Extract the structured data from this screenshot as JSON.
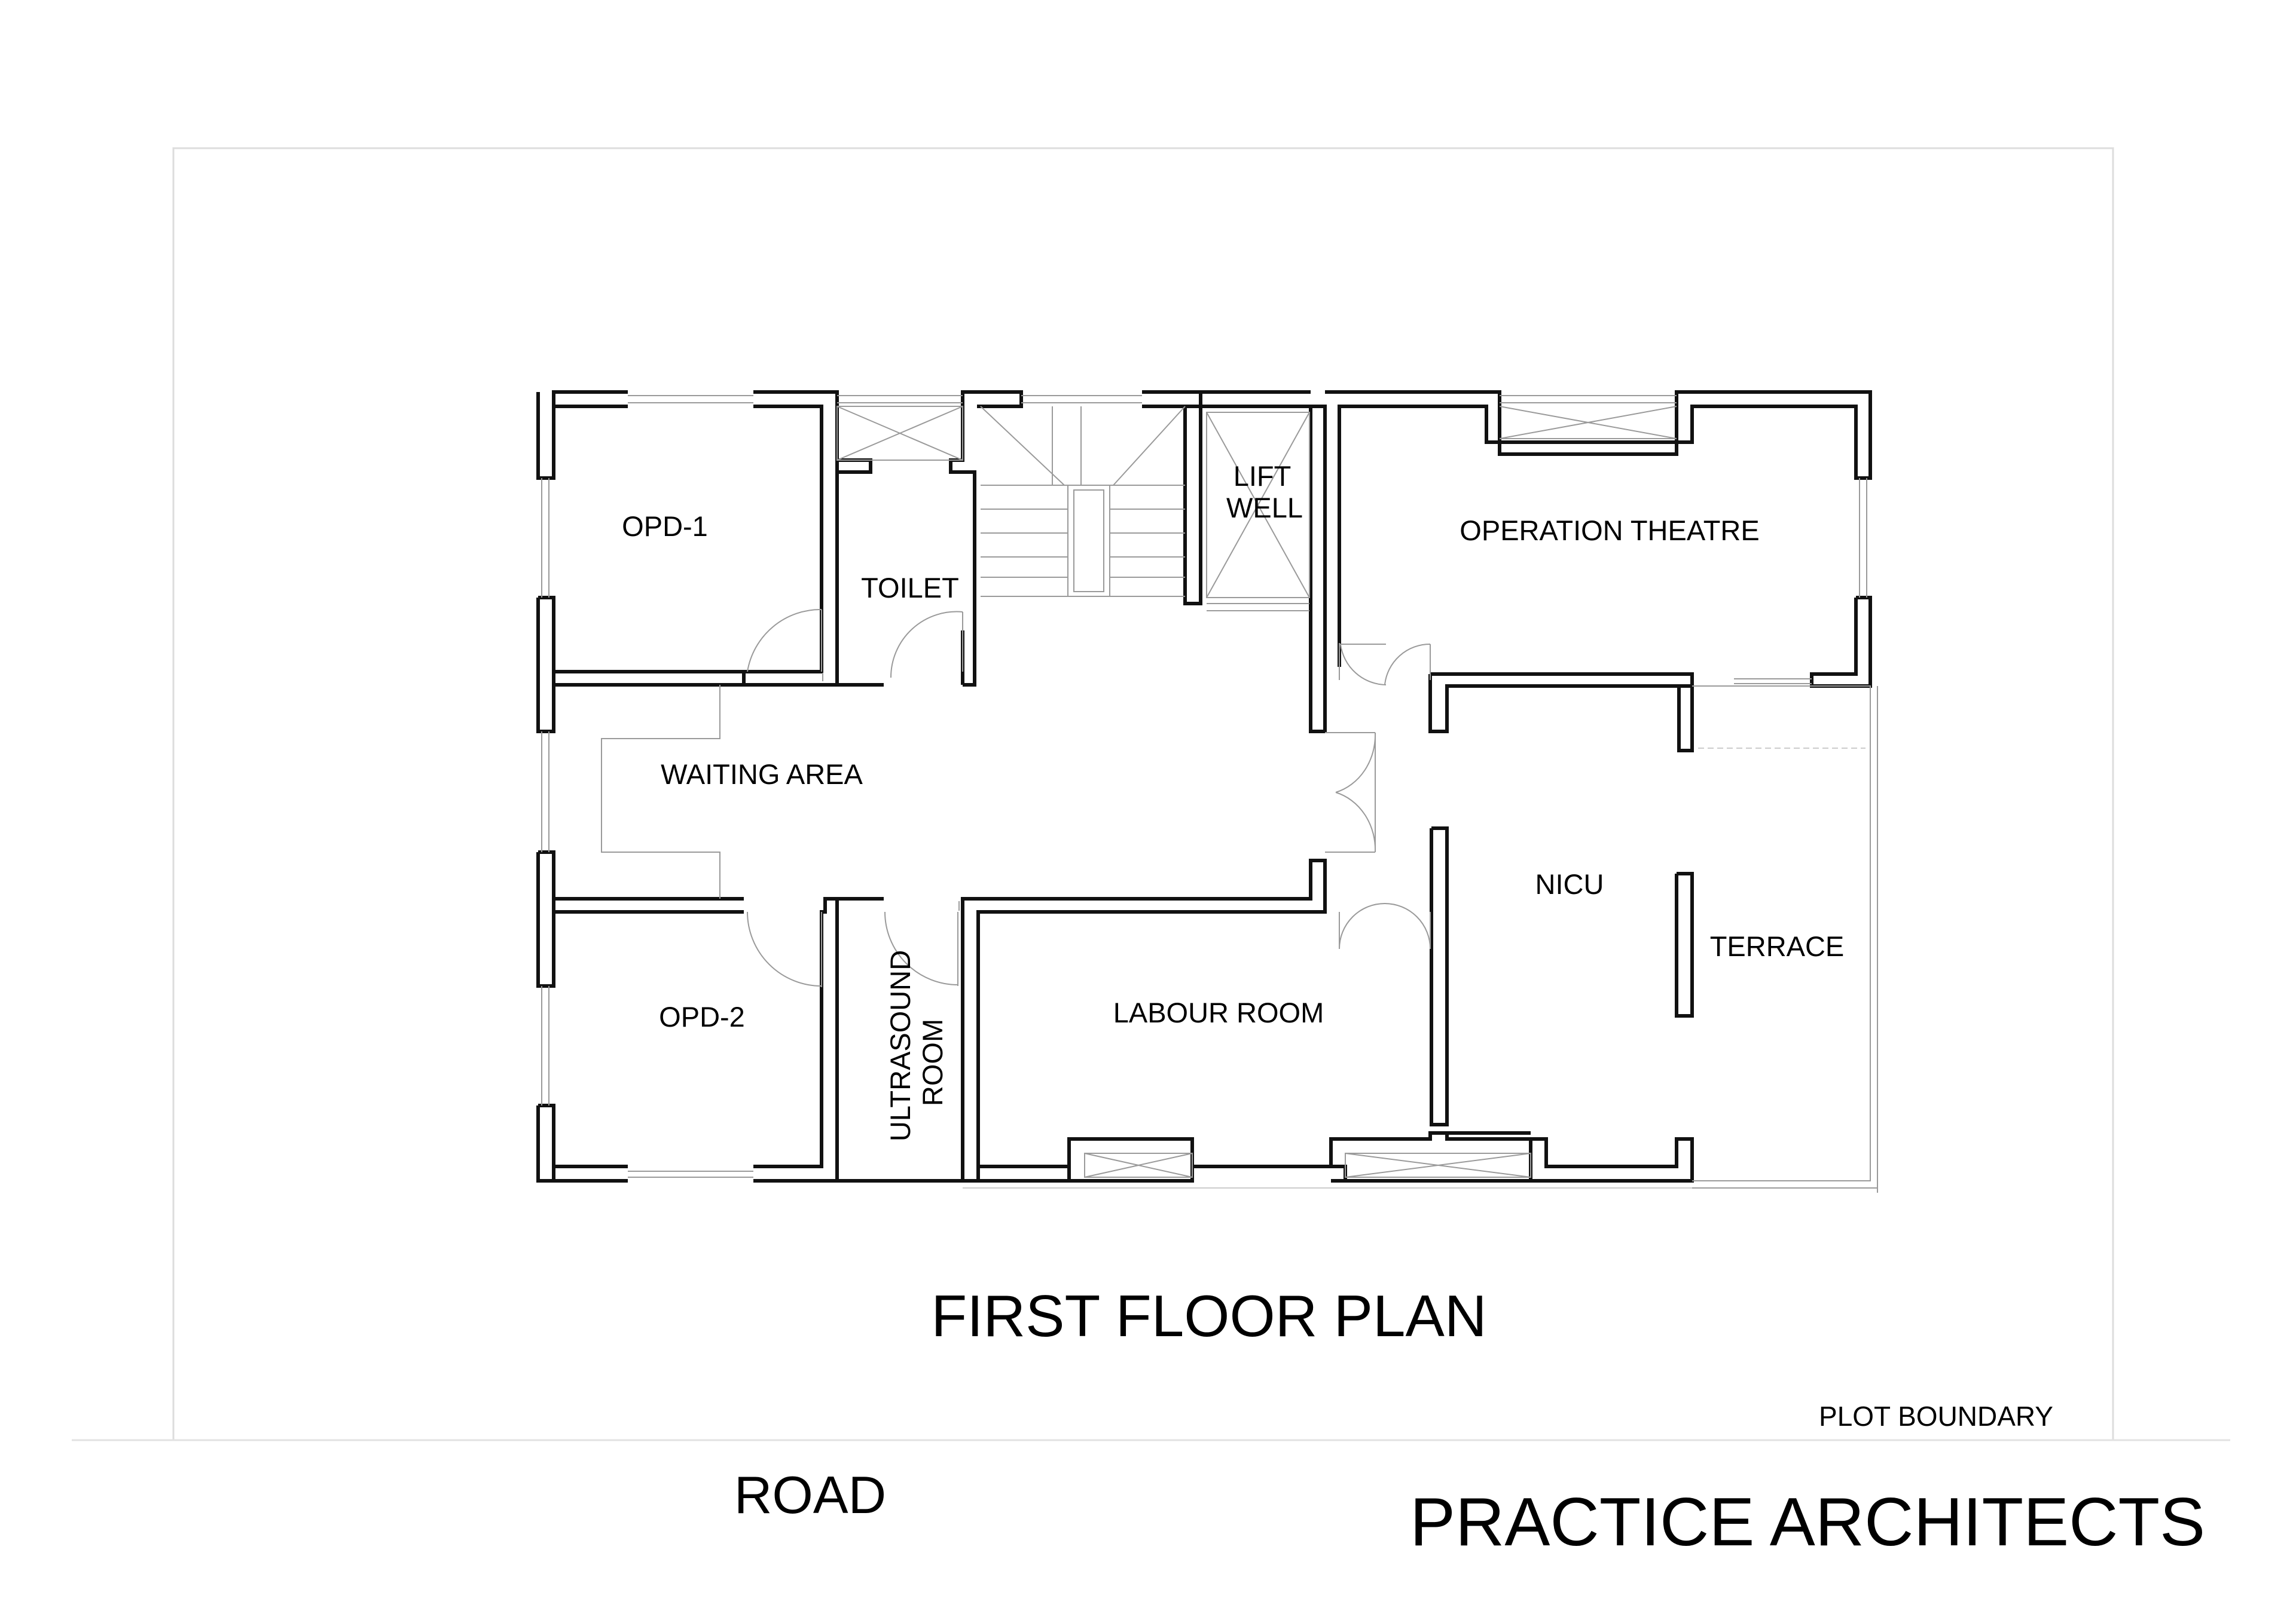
{
  "rooms": {
    "opd1": "OPD-1",
    "toilet": "TOILET",
    "lift_line1": "LIFT",
    "lift_line2": "WELL",
    "operation_theatre": "OPERATION THEATRE",
    "waiting_area": "WAITING AREA",
    "nicu": "NICU",
    "terrace": "TERRACE",
    "opd2": "OPD-2",
    "ultrasound_line1": "ULTRASOUND",
    "ultrasound_line2": "ROOM",
    "labour_room": "LABOUR ROOM"
  },
  "drawing": {
    "title": "FIRST FLOOR PLAN",
    "plot_boundary": "PLOT BOUNDARY",
    "road": "ROAD",
    "firm": "PRACTICE ARCHITECTS"
  },
  "colors": {
    "wall": "#111111",
    "thin_line": "#9a9a9a",
    "boundary_line": "#dddddd",
    "background": "#ffffff"
  }
}
